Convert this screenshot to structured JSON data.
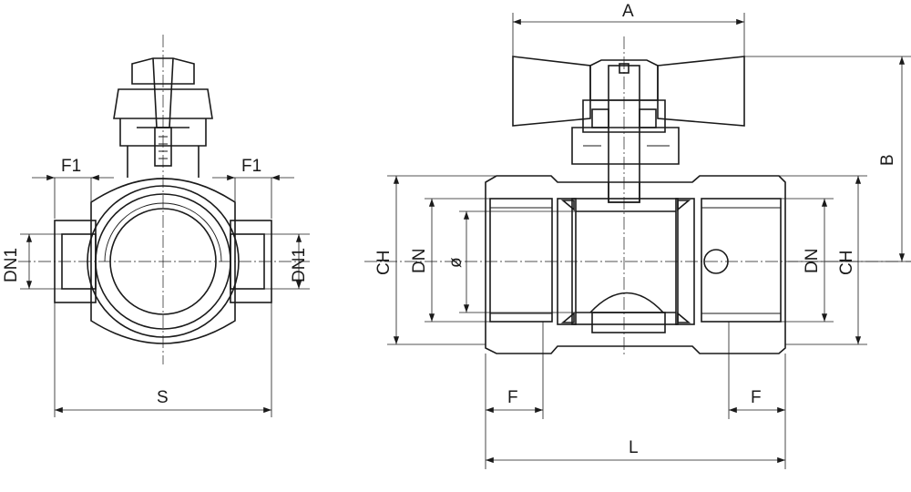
{
  "left_view": {
    "dim_f1_left": "F1",
    "dim_f1_right": "F1",
    "dim_dn1_left": "DN1",
    "dim_dn1_right": "DN1",
    "dim_s": "S"
  },
  "right_view": {
    "dim_a": "A",
    "dim_b": "B",
    "dim_ch_left": "CH",
    "dim_ch_right": "CH",
    "dim_dn_left": "DN",
    "dim_dn_right": "DN",
    "dim_bore": "ø",
    "dim_f_left": "F",
    "dim_f_right": "F",
    "dim_l": "L"
  },
  "colors": {
    "line": "#1a1a1a",
    "background": "#ffffff"
  }
}
